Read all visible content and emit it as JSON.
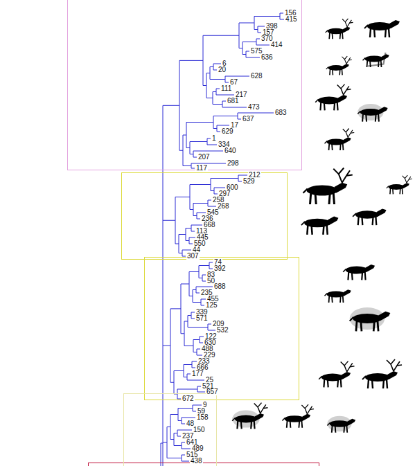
{
  "diagram": {
    "nodes": [
      {
        "text": [
          "156",
          "415",
          "398",
          "157",
          "370",
          "414",
          "575",
          "636",
          "6",
          "20",
          "628",
          "67",
          "111",
          "217",
          "681",
          "473",
          "683",
          "637",
          "17",
          "629",
          "1",
          "334",
          "640",
          "207",
          "298",
          "117"
        ]
      },
      {
        "text": [
          "212",
          "529",
          "600",
          "297",
          "258",
          "268",
          "545",
          "236",
          "668",
          "113",
          "445",
          "550",
          "44",
          "307"
        ]
      },
      {
        "text": [
          "74",
          "392",
          "83",
          "50",
          "688",
          "235",
          "455",
          "125",
          "339",
          "571",
          "209",
          "532",
          "122",
          "630",
          "488",
          "229",
          "233",
          "666",
          "177",
          "25",
          "521",
          "657",
          "672"
        ]
      },
      {
        "text": [
          "9",
          "59",
          "158",
          "48",
          "150",
          "237",
          "641",
          "489",
          "515",
          "438"
        ]
      }
    ]
  }
}
